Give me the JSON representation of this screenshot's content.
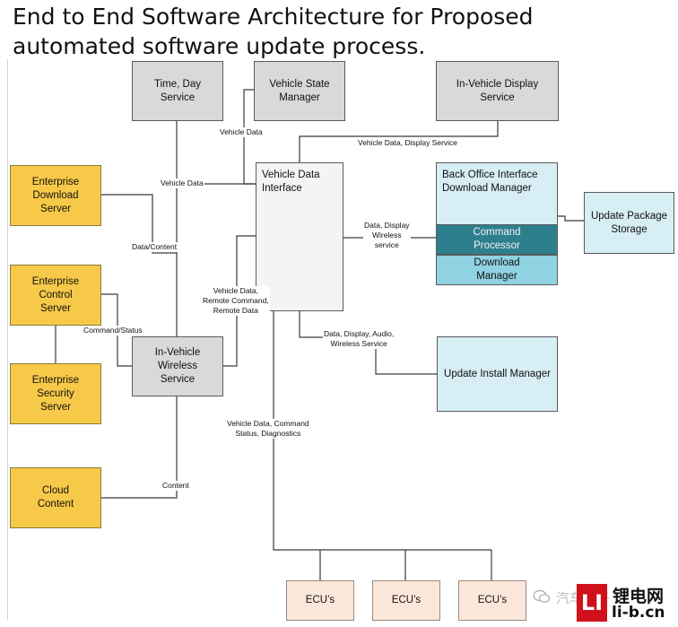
{
  "title": {
    "line1": "End to End Software Architecture for Proposed",
    "line2": "automated software update process."
  },
  "boxes": {
    "time_day_service": "Time, Day\nService",
    "vehicle_state_manager": "Vehicle State\nManager",
    "in_vehicle_display_service": "In-Vehicle Display\nService",
    "vehicle_data_interface": "Vehicle Data\nInterface",
    "back_office_interface": "Back Office Interface\nDownload Manager",
    "command_processor": "Command\nProcessor",
    "download_manager": "Download\nManager",
    "update_package_storage": "Update Package\nStorage",
    "enterprise_download_server": "Enterprise\nDownload\nServer",
    "enterprise_control_server": "Enterprise\nControl\nServer",
    "enterprise_security_server": "Enterprise\nSecurity\nServer",
    "in_vehicle_wireless_service": "In-Vehicle\nWireless\nService",
    "cloud_content": "Cloud\nContent",
    "update_install_manager": "Update Install Manager",
    "ecu_1": "ECU’s",
    "ecu_2": "ECU’s",
    "ecu_3": "ECU’s"
  },
  "labels": {
    "vehicle_data_top": "Vehicle Data",
    "vehicle_data_display_service": "Vehicle Data, Display Service",
    "vehicle_data_left": "Vehicle Data",
    "data_content": "Data/Content",
    "data_display_wireless": "Data, Display\nWireless\nservice",
    "vehicle_data_remote": "Vehicle Data,\nRemote Command,\nRemote Data",
    "command_status": "Command/Status",
    "data_display_audio": "Data, Display, Audio,\nWireless Service",
    "vehicle_data_command": "Vehicle Data, Command\nStatus, Diagnostics",
    "content": "Content"
  },
  "watermark": {
    "text1": "锂电网",
    "text2": "li-b.cn",
    "logo": "LI",
    "faded": "汽车电子"
  },
  "colors": {
    "gray_box": "#d9d9d9",
    "enterprise_yellow": "#f7c948",
    "back_office_light_blue": "#d6eef4",
    "command_processor_teal": "#2e7f8e",
    "download_manager_blue": "#8fd2e1",
    "ecu_peach": "#fbe7d9",
    "logo_red": "#d0101a"
  }
}
